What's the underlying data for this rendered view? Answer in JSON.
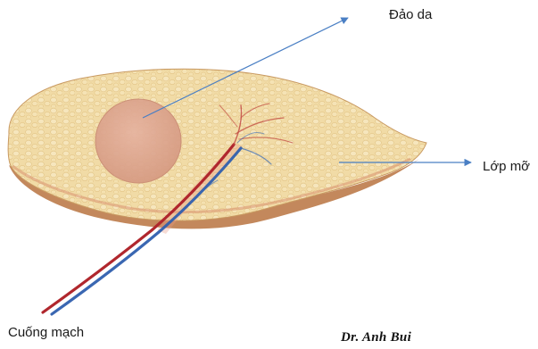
{
  "labels": {
    "skin_island": "Đảo da",
    "fat_layer": "Lớp mỡ",
    "pedicle": "Cuống mạch",
    "signature": "Dr. Anh Bui"
  },
  "colors": {
    "fat_fill": "#f1dba6",
    "fat_edge": "#c07a45",
    "skin_island": "#dca28a",
    "artery": "#b0272d",
    "vein": "#2f5fae",
    "pointer_arrow": "#4a7fc4"
  }
}
